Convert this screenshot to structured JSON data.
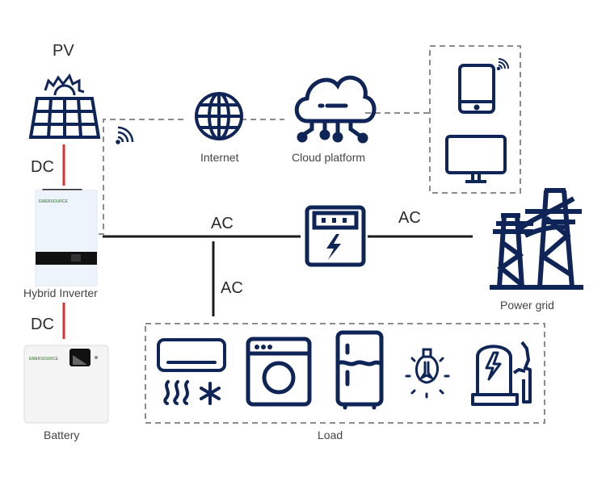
{
  "colors": {
    "icon": "#0f2557",
    "dc_line": "#d93030",
    "ac_line": "#1a1a1a",
    "dashed": "#8c8c8c"
  },
  "labels": {
    "pv": "PV",
    "dc_top": "DC",
    "dc_bottom": "DC",
    "inverter": "Hybrid Inverter",
    "battery": "Battery",
    "internet": "Internet",
    "cloud": "Cloud platform",
    "ac_main": "AC",
    "ac_grid": "AC",
    "ac_load": "AC",
    "grid": "Power grid",
    "load": "Load"
  },
  "loads": [
    "air-conditioner",
    "washing-machine",
    "refrigerator",
    "light-bulb",
    "ev-charger"
  ],
  "devices": [
    "tablet",
    "monitor"
  ]
}
